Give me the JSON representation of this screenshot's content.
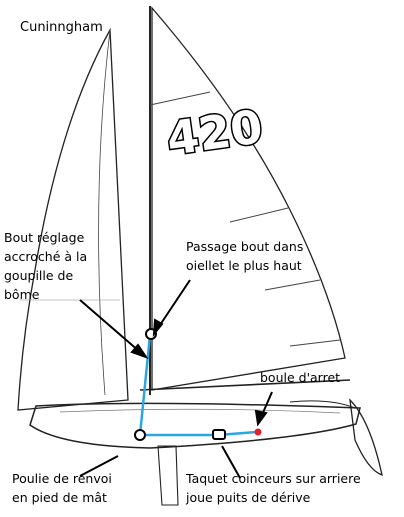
{
  "title": "Cuninngham",
  "sail_number": "420",
  "labels": {
    "bout_reglage": [
      "Bout réglage",
      "accroché à la",
      "goupille de",
      "bôme"
    ],
    "passage": [
      "Passage bout dans",
      "oiellet le plus haut"
    ],
    "boule": "boule d'arret",
    "poulie": [
      "Poulie de renvoi",
      "en pied de mât"
    ],
    "taquet": [
      "Taquet coinceurs sur arriere",
      "joue puits de dérive"
    ]
  },
  "colors": {
    "rope": "#2aa7e0",
    "stopper_ball": "#e0202a",
    "outline": "#222222"
  }
}
